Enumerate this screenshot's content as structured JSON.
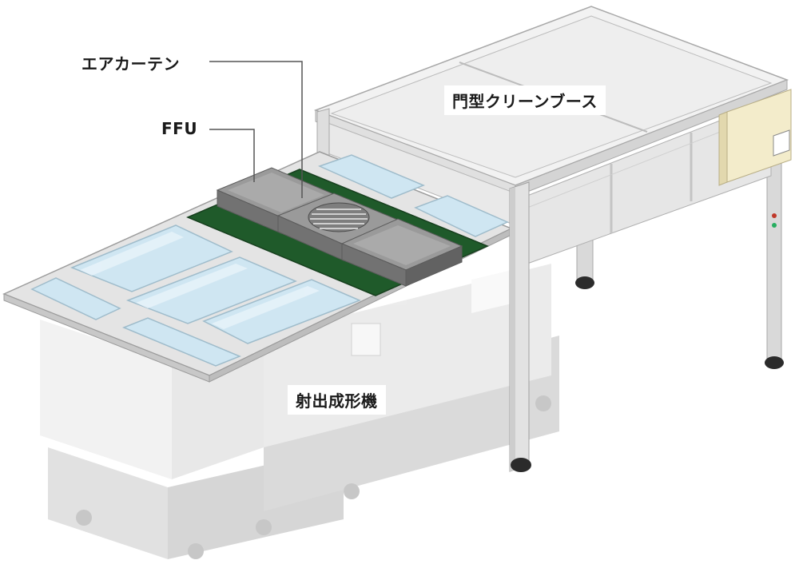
{
  "labels": {
    "air_curtain": "エアカーテン",
    "ffu": "FFU",
    "gate_booth": "門型クリーンブース",
    "molding_machine": "射出成形機"
  },
  "colors": {
    "frame": "#d6d6d6",
    "frame_dark": "#a9a9a9",
    "glass": "#cfe6f2",
    "green_plate": "#1f5a2a",
    "ffu_box": "#8b8b8b",
    "control_panel": "#f3eccb",
    "machine_body": "#e3e3e3",
    "machine_shadow": "#bdbdbd"
  }
}
